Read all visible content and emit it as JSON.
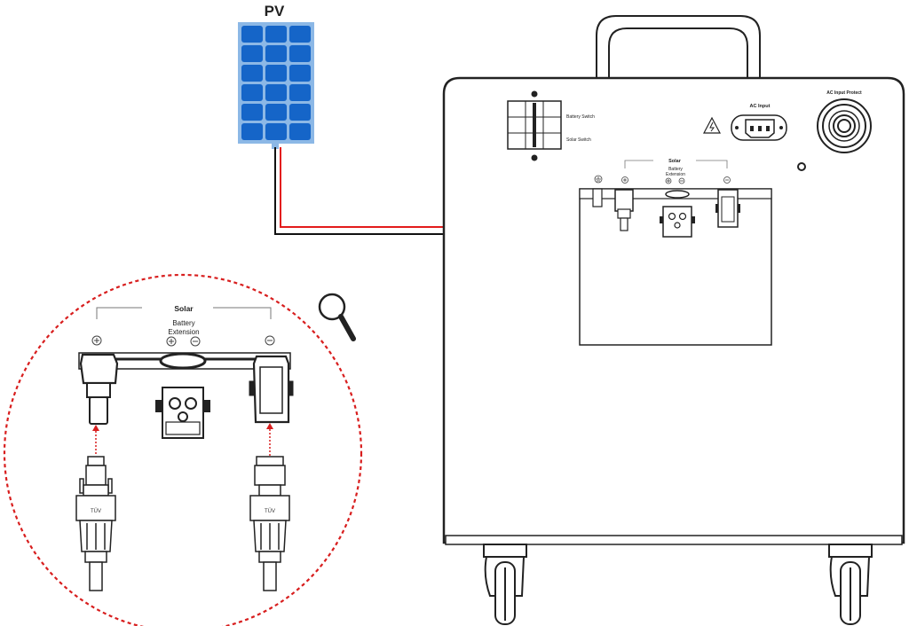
{
  "pv": {
    "title": "PV"
  },
  "unit": {
    "battery_switch": "Battery Switch",
    "solar_switch": "Solar Switch",
    "ac_input": "AC Input",
    "ac_input_protect": "AC Input Protect",
    "solar": "Solar",
    "battery_line1": "Battery",
    "battery_line2": "Extension"
  },
  "detail": {
    "solar": "Solar",
    "battery_line1": "Battery",
    "battery_line2": "Extension"
  },
  "colors": {
    "pv_frame": "#8cb8e6",
    "pv_cell": "#1565c8",
    "positive_wire": "#e31b1b",
    "negative_wire": "#111111",
    "detail_circle": "#d81e1e"
  },
  "icons": [
    "solar-panel-icon",
    "magnifier-icon",
    "ground-icon",
    "high-voltage-warning-icon",
    "ac-inlet-icon",
    "circuit-breaker-icon",
    "mc4-connector-icon",
    "anderson-connector-icon"
  ]
}
